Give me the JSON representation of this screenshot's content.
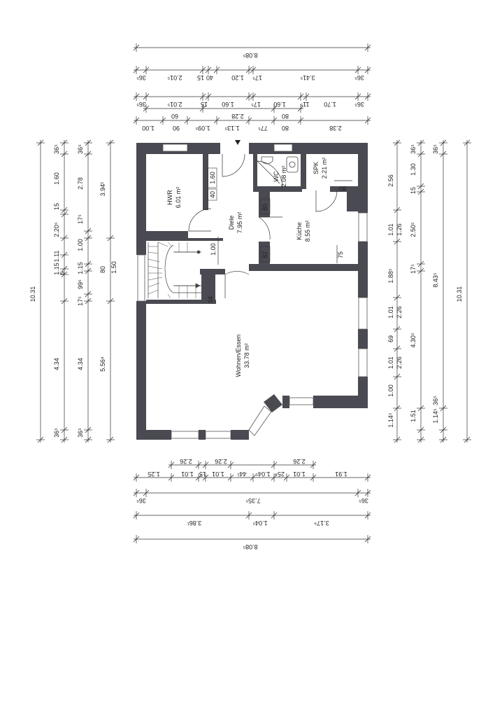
{
  "rooms": {
    "hwr": {
      "name": "HWR",
      "area": "6.01 m²"
    },
    "diele": {
      "name": "Diele",
      "area": "7.95 m²"
    },
    "wc": {
      "name": "WC",
      "area": "2.08 m²"
    },
    "spk": {
      "name": "SPK",
      "area": "2.21 m²"
    },
    "kueche": {
      "name": "Küche",
      "area": "8.55 m²"
    },
    "wohnen": {
      "name": "Wohnen/Essen",
      "area": "33.78 m²"
    }
  },
  "interior_dims": {
    "d160": "1.60",
    "d40": "40",
    "d100": "1.00",
    "d34": "34",
    "d80a": "80",
    "d82": "82",
    "d75": "75",
    "d80b": "80"
  },
  "top_dims": {
    "row1": [
      "8.08⁵"
    ],
    "row2": [
      "36⁵",
      "2.01⁵",
      "15",
      "40",
      "1.20",
      "17⁵",
      "3.41⁵",
      "36⁵"
    ],
    "row3": [
      "36⁵",
      "2.01⁵",
      "15",
      "1.60",
      "17⁵",
      "1.60",
      "11⁵",
      "1.70",
      "36⁵"
    ],
    "row4": [
      "60",
      "2.28",
      "80"
    ],
    "row5": [
      "1.00",
      "90",
      "1.09⁵",
      "1.13⁵",
      "77⁵",
      "80",
      "2.38"
    ]
  },
  "bottom_dims": {
    "row1": [
      "2.26",
      "2.26",
      "2.26"
    ],
    "row2": [
      "1.25",
      "1.01",
      "15",
      "1.01",
      "44¹",
      "1.04⁵",
      "25⁹",
      "1.01",
      "1.91"
    ],
    "row3": [
      "36⁵",
      "7.35⁵",
      "36⁵"
    ],
    "row4": [
      "3.86¹",
      "1.04⁵",
      "3.17⁹"
    ],
    "row5": [
      "8.08⁵"
    ]
  },
  "left_dims": {
    "row1": [
      "10.31"
    ],
    "row2": [
      "36⁵",
      "1.60",
      "15",
      "2.20⁵",
      "1.11",
      "1.15",
      "6",
      "4.34",
      "36⁵"
    ],
    "row3": [
      "36⁵",
      "2.78",
      "17⁵",
      "1.00",
      "1.15",
      "99⁵",
      "17⁵",
      "4.34",
      "36⁵"
    ],
    "row4": [
      "3.94¹",
      "80",
      "5.56⁹"
    ],
    "row5": [
      "1.50"
    ]
  },
  "right_dims": {
    "row1": [
      "2.56",
      "1.01",
      "1.88⁵",
      "1.01",
      "69",
      "1.01",
      "1.00",
      "1.14⁵"
    ],
    "row2": [
      "36⁵",
      "1.30",
      "15",
      "1.26",
      "2.26",
      "2.26"
    ],
    "row3": [
      "36⁵",
      "2.50⁵",
      "17⁵",
      "4.30⁵",
      "1.51",
      "1.14⁵",
      "36⁵"
    ],
    "row4": [
      "8.43⁵"
    ],
    "row5": [
      "10.31"
    ]
  }
}
